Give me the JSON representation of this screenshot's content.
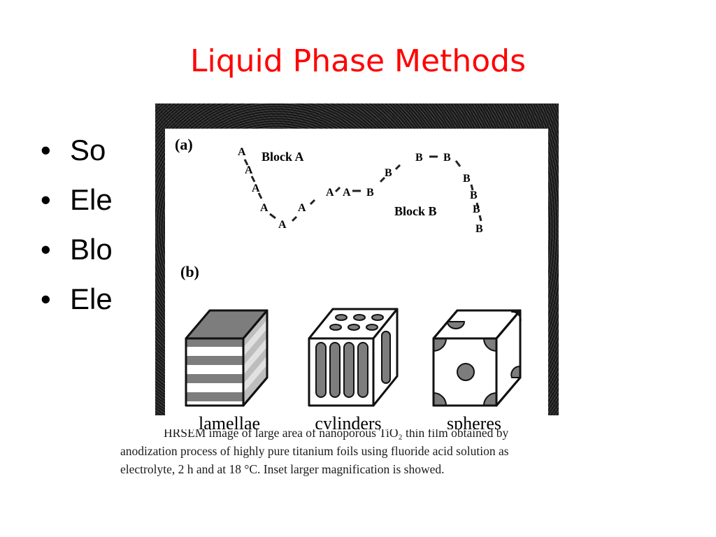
{
  "slide": {
    "title": "Liquid Phase Methods",
    "bullet_glyph": "•",
    "bullets": [
      "So",
      "Ele",
      "Blo",
      "Ele"
    ]
  },
  "figure": {
    "panel_a": "(a)",
    "panel_b": "(b)",
    "block_a_label": "Block A",
    "block_b_label": "Block B",
    "monomer_a": "A",
    "monomer_b": "B",
    "shapes": [
      "lamellae",
      "cylinders",
      "spheres"
    ]
  },
  "caption": {
    "lines": [
      "HRSEM image of large area of nanoporous TiO₂ thin film obtained by",
      "anodization process of highly pure titanium foils using fluoride acid solution as",
      "electrolyte, 2 h and at 18 °C. Inset larger magnification is showed."
    ]
  }
}
